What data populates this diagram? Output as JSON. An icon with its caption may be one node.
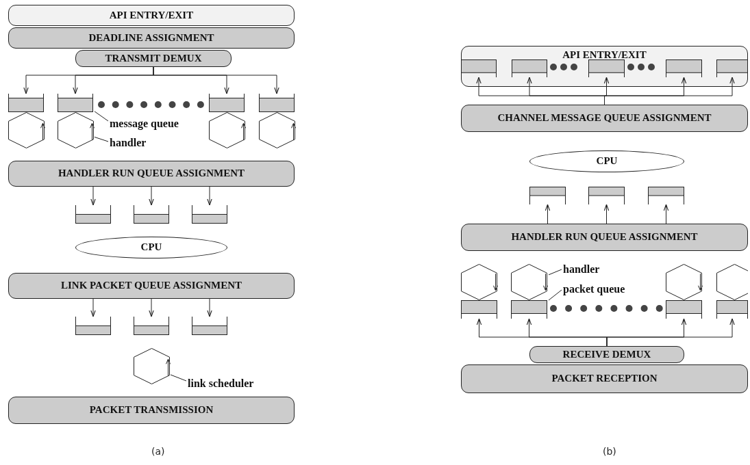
{
  "diagram": {
    "nodes": [
      {
        "text": [
          "API ENTRY/EXIT"
        ]
      },
      {
        "text": [
          "DEADLINE ASSIGNMENT"
        ]
      },
      {
        "text": [
          "TRANSMIT DEMUX"
        ]
      },
      {
        "text": [],
        "shape": "box"
      },
      {
        "text": [],
        "shape": "box"
      },
      {
        "text": [],
        "shape": "box"
      },
      {
        "text": [],
        "shape": "box"
      },
      {
        "text": [],
        "shape": "hexagon"
      },
      {
        "text": [],
        "shape": "hexagon"
      },
      {
        "text": [],
        "shape": "hexagon"
      },
      {
        "text": [],
        "shape": "hexagon"
      },
      {
        "text": [
          "message queue"
        ]
      },
      {
        "text": [
          "handler"
        ]
      },
      {
        "text": [
          "HANDLER RUN QUEUE ASSIGNMENT"
        ]
      },
      {
        "text": [],
        "shape": "box"
      },
      {
        "text": [],
        "shape": "box"
      },
      {
        "text": [],
        "shape": "box"
      },
      {
        "text": [
          "CPU"
        ]
      },
      {
        "text": [
          "LINK PACKET QUEUE ASSIGNMENT"
        ]
      },
      {
        "text": [],
        "shape": "box"
      },
      {
        "text": [],
        "shape": "box"
      },
      {
        "text": [],
        "shape": "box"
      },
      {
        "text": [],
        "shape": "hexagon"
      },
      {
        "text": [
          "link scheduler"
        ]
      },
      {
        "text": [
          "PACKET TRANSMISSION"
        ]
      },
      {
        "text": [
          "API ENTRY/EXIT"
        ]
      },
      {
        "text": [],
        "shape": "box",
        "in": 25
      },
      {
        "text": [],
        "shape": "box",
        "in": 25
      },
      {
        "text": [],
        "shape": "box",
        "in": 25
      },
      {
        "text": [],
        "shape": "box",
        "in": 25
      },
      {
        "text": [],
        "shape": "box",
        "in": 25
      },
      {
        "text": [
          "CHANNEL MESSAGE QUEUE ASSIGNMENT"
        ]
      },
      {
        "text": [
          "CPU"
        ]
      },
      {
        "text": [],
        "shape": "box"
      },
      {
        "text": [],
        "shape": "box"
      },
      {
        "text": [],
        "shape": "box"
      },
      {
        "text": [
          "HANDLER RUN QUEUE ASSIGNMENT"
        ]
      },
      {
        "text": [],
        "shape": "hexagon"
      },
      {
        "text": [],
        "shape": "hexagon"
      },
      {
        "text": [],
        "shape": "hexagon"
      },
      {
        "text": [],
        "shape": "hexagon"
      },
      {
        "text": [
          "handler"
        ]
      },
      {
        "text": [
          "packet queue"
        ]
      },
      {
        "text": [],
        "shape": "box"
      },
      {
        "text": [],
        "shape": "box"
      },
      {
        "text": [],
        "shape": "box"
      },
      {
        "text": [],
        "shape": "box"
      },
      {
        "text": [
          "RECEIVE DEMUX"
        ]
      },
      {
        "text": [
          "PACKET RECEPTION"
        ]
      }
    ],
    "edges": [
      {
        "from": 2,
        "to": 3,
        "arrow": "to"
      },
      {
        "from": 2,
        "to": 4,
        "arrow": "to"
      },
      {
        "from": 2,
        "to": 5,
        "arrow": "to"
      },
      {
        "from": 2,
        "to": 6,
        "arrow": "to"
      },
      {
        "from": 11,
        "to": 4,
        "arrow": "none"
      },
      {
        "from": 12,
        "to": 8,
        "arrow": "none"
      },
      {
        "from": 13,
        "to": 14,
        "arrow": "to"
      },
      {
        "from": 13,
        "to": 15,
        "arrow": "to"
      },
      {
        "from": 13,
        "to": 16,
        "arrow": "to"
      },
      {
        "from": 18,
        "to": 19,
        "arrow": "to"
      },
      {
        "from": 18,
        "to": 20,
        "arrow": "to"
      },
      {
        "from": 18,
        "to": 21,
        "arrow": "to"
      },
      {
        "from": 23,
        "to": 22,
        "arrow": "none"
      },
      {
        "from": 31,
        "to": 26,
        "arrow": "to"
      },
      {
        "from": 31,
        "to": 27,
        "arrow": "to"
      },
      {
        "from": 31,
        "to": 28,
        "arrow": "to"
      },
      {
        "from": 31,
        "to": 29,
        "arrow": "to"
      },
      {
        "from": 31,
        "to": 30,
        "arrow": "to"
      },
      {
        "from": 36,
        "to": 33,
        "arrow": "to"
      },
      {
        "from": 36,
        "to": 34,
        "arrow": "to"
      },
      {
        "from": 36,
        "to": 35,
        "arrow": "to"
      },
      {
        "from": 41,
        "to": 38,
        "arrow": "none"
      },
      {
        "from": 42,
        "to": 44,
        "arrow": "none"
      },
      {
        "from": 47,
        "to": 43,
        "arrow": "to"
      },
      {
        "from": 47,
        "to": 44,
        "arrow": "to"
      },
      {
        "from": 47,
        "to": 45,
        "arrow": "to"
      },
      {
        "from": 47,
        "to": 46,
        "arrow": "to"
      }
    ],
    "labels": [
      "(a)",
      "(b)"
    ]
  }
}
